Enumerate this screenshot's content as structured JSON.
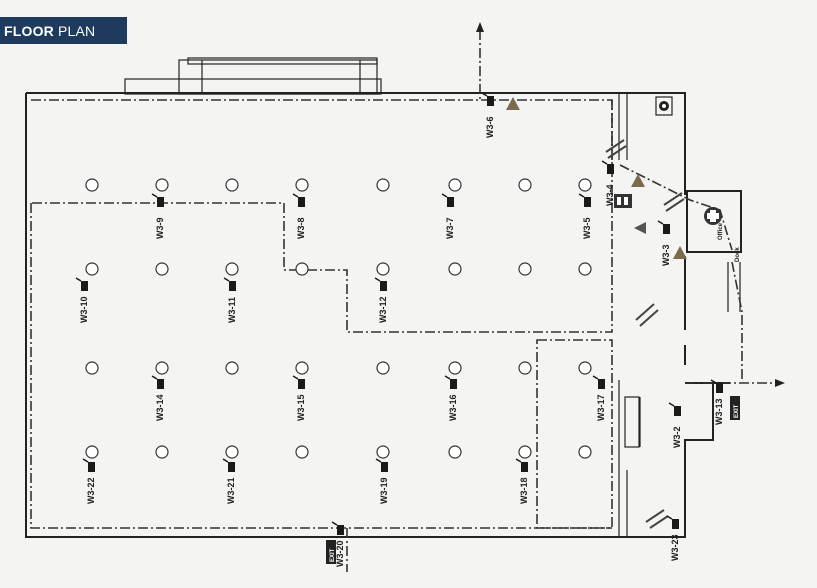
{
  "header": {
    "title_bold": "FLOOR",
    "title_light": "PLAN"
  },
  "extinguishers": [
    {
      "label": "W3-6"
    },
    {
      "label": "W3-9"
    },
    {
      "label": "W3-8"
    },
    {
      "label": "W3-7"
    },
    {
      "label": "W3-5"
    },
    {
      "label": "W3-4"
    },
    {
      "label": "W3-3"
    },
    {
      "label": "W3-10"
    },
    {
      "label": "W3-11"
    },
    {
      "label": "W3-12"
    },
    {
      "label": "W3-14"
    },
    {
      "label": "W3-15"
    },
    {
      "label": "W3-16"
    },
    {
      "label": "W3-17"
    },
    {
      "label": "W3-13"
    },
    {
      "label": "W3-2"
    },
    {
      "label": "W3-22"
    },
    {
      "label": "W3-21"
    },
    {
      "label": "W3-20"
    },
    {
      "label": "W3-19"
    },
    {
      "label": "W3-18"
    },
    {
      "label": "W3-23"
    }
  ],
  "rooms": {
    "office_label": "Office",
    "dock_label": "Dock"
  },
  "exits": [
    {
      "label": "EXIT"
    },
    {
      "label": "EXIT"
    }
  ],
  "colors": {
    "title_bg": "#1e3a5c",
    "hazard": "#7a6a50"
  },
  "icons": [
    "fire-extinguisher-icon",
    "hazard-triangle-icon",
    "column-icon",
    "exit-arrow-icon",
    "first-aid-icon",
    "electrical-panel-icon"
  ]
}
